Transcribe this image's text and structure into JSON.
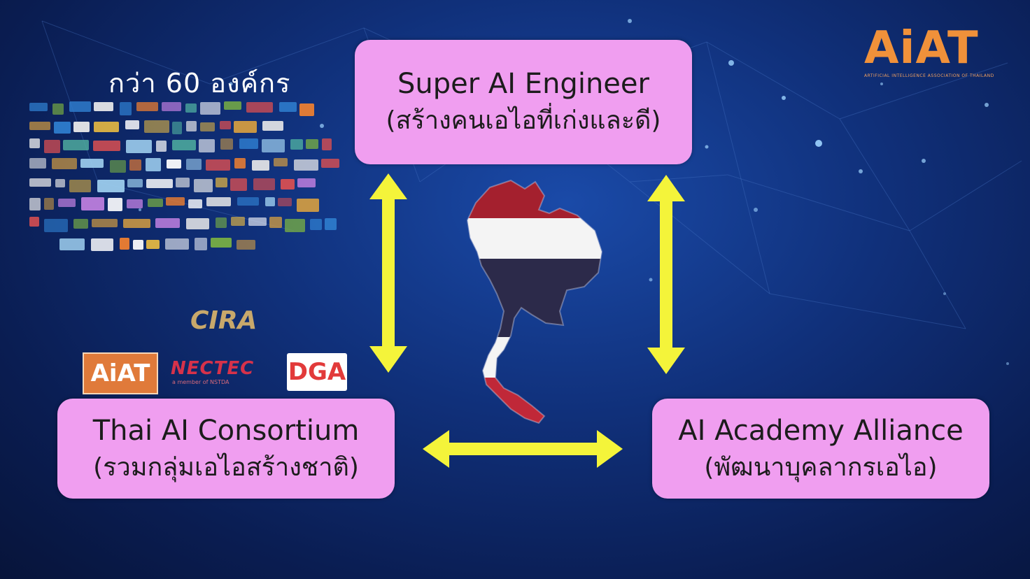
{
  "boxes": {
    "top": {
      "line1": "Super AI Engineer",
      "line2": "(สร้างคนเอไอที่เก่งและดี)"
    },
    "left": {
      "line1": "Thai AI Consortium",
      "line2": "(รวมกลุ่มเอไอสร้างชาติ)"
    },
    "right": {
      "line1": "AI Academy Alliance",
      "line2": "(พัฒนาบุคลากรเอไอ)"
    }
  },
  "orgs_title": "กว่า 60 องค์กร",
  "logos": {
    "corner": "AiAT",
    "corner_sub": "ARTIFICIAL INTELLIGENCE ASSOCIATION OF THAILAND",
    "cira": "CIRA",
    "aiat": "AiAT",
    "nectec": "NECTEC",
    "nectec_sub": "a member of NSTDA",
    "dga": "DGA"
  },
  "colors": {
    "box_fill": "#f09ef0",
    "arrow": "#f4f43a",
    "background": "#10307a",
    "flag_red": "#a4202e",
    "flag_white": "#f4f4f4",
    "flag_blue": "#2c2a4a"
  }
}
